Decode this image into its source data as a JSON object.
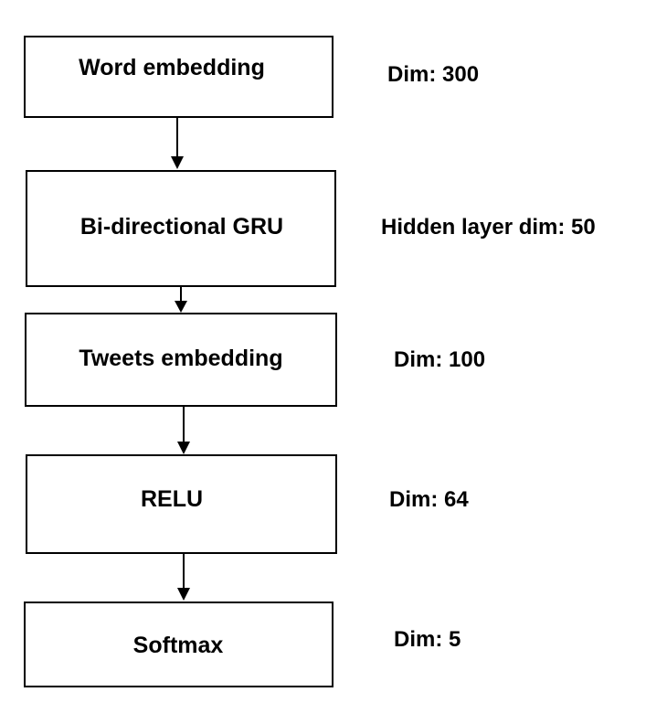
{
  "layers": [
    {
      "label": "Word embedding",
      "dim": "Dim: 300"
    },
    {
      "label": "Bi-directional GRU",
      "dim": "Hidden layer dim: 50"
    },
    {
      "label": "Tweets embedding",
      "dim": "Dim: 100"
    },
    {
      "label": "RELU",
      "dim": "Dim: 64"
    },
    {
      "label": "Softmax",
      "dim": "Dim: 5"
    }
  ],
  "colors": {
    "stroke": "#000000",
    "background": "#ffffff"
  }
}
